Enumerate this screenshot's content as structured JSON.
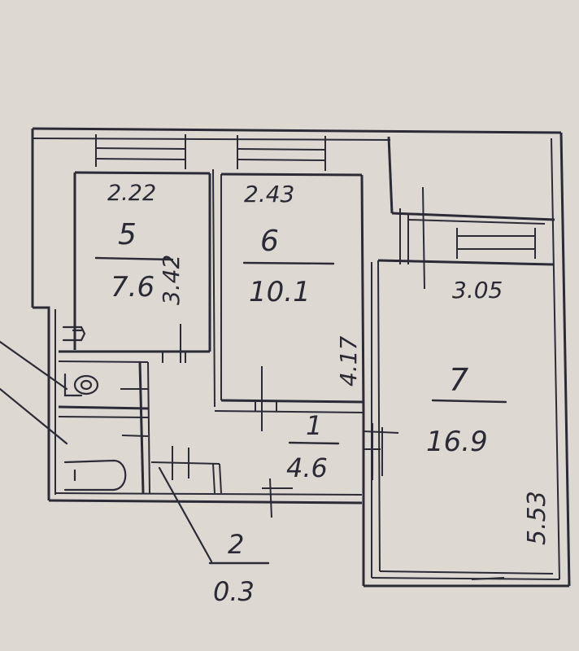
{
  "rooms": [
    {
      "number": "5",
      "area": "7.6"
    },
    {
      "number": "6",
      "area": "10.1"
    },
    {
      "number": "7",
      "area": "16.9"
    },
    {
      "number": "1",
      "area": "4.6"
    },
    {
      "number": "2",
      "area": "0.3"
    }
  ],
  "dimensions": {
    "room5_width": "2.22",
    "room5_length": "3.42",
    "room6_width": "2.43",
    "room6_length": "4.17",
    "room7_width": "3.05",
    "room7_length": "5.53"
  },
  "colors": {
    "paper": "#d9d4cc",
    "ink": "#2b2b38",
    "pen": "#2a2a36"
  }
}
